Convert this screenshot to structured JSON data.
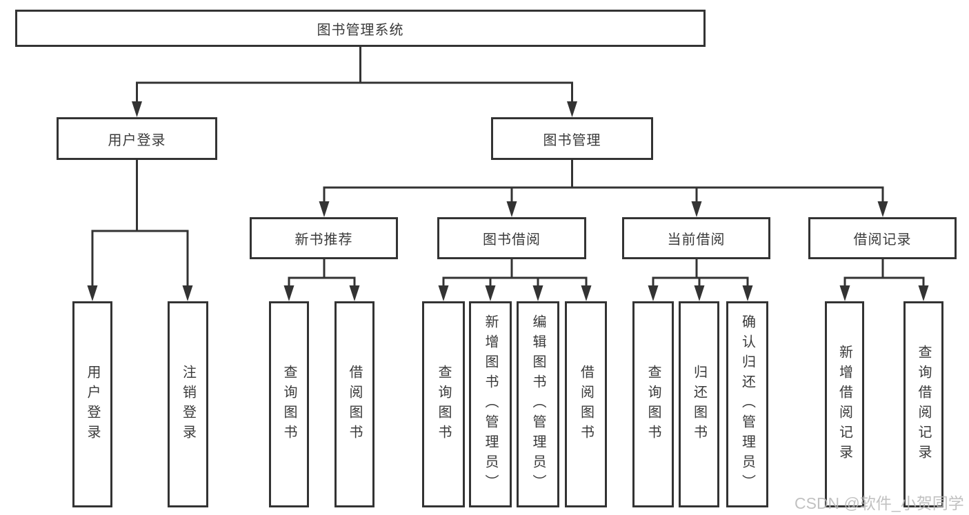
{
  "diagram": {
    "type": "tree",
    "colors": {
      "line": "#333333",
      "box_border": "#333333",
      "box_fill": "#ffffff",
      "text": "#3a3a3a",
      "background": "#ffffff",
      "watermark": "#b9b9b9"
    }
  },
  "tree": {
    "label": "图书管理系统",
    "children": [
      {
        "label": "用户登录",
        "children": [
          {
            "label": "用户登录"
          },
          {
            "label": "注销登录"
          }
        ]
      },
      {
        "label": "图书管理",
        "children": [
          {
            "label": "新书推荐",
            "children": [
              {
                "label": "查询图书"
              },
              {
                "label": "借阅图书"
              }
            ]
          },
          {
            "label": "图书借阅",
            "children": [
              {
                "label": "查询图书"
              },
              {
                "label": "新增图书（管理员）"
              },
              {
                "label": "编辑图书（管理员）"
              },
              {
                "label": "借阅图书"
              }
            ]
          },
          {
            "label": "当前借阅",
            "children": [
              {
                "label": "查询图书"
              },
              {
                "label": "归还图书"
              },
              {
                "label": "确认归还（管理员）"
              }
            ]
          },
          {
            "label": "借阅记录",
            "children": [
              {
                "label": "新增借阅记录"
              },
              {
                "label": "查询借阅记录"
              }
            ]
          }
        ]
      }
    ]
  },
  "watermark": {
    "text": "CSDN @软件_小贺同学"
  }
}
